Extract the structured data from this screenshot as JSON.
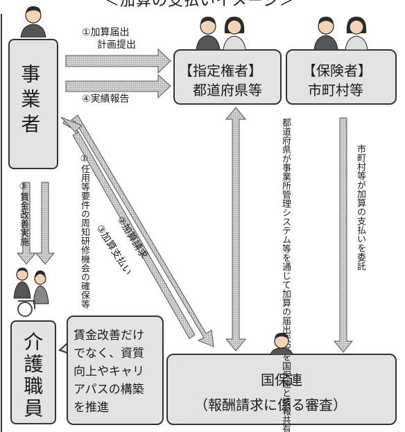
{
  "title": "＜加算の支払いイメージ＞",
  "jigyosha": {
    "label": "事業者"
  },
  "shitei": {
    "role": "【指定権者】",
    "name": "都道府県等"
  },
  "hokensha": {
    "role": "【保険者】",
    "name": "市町村等"
  },
  "kaigo": {
    "label": "介護職員"
  },
  "kokuho": {
    "line1": "国保連",
    "line2": "（報酬請求に係る審査）"
  },
  "arrows": {
    "a1_line1": "①加算届出",
    "a1_line2": "計画提出",
    "a4": "④実績報告",
    "a2": "②加算請求",
    "a3pay": "③加算支払い",
    "a3wage": "③賃金改善実施",
    "a1secure": "①任用等要件の周知研修機会の確保等",
    "share": "都道府県が事業所管理システム等を通じて加算の届出状況を国保連と情報共有",
    "entrust": "市町村等が加算の支払いを委託"
  },
  "note": "賃金改善だけ\nでなく、資質\n向上やキャリ\nアパスの構築\nを推進",
  "colors": {
    "box_fill": "#e3e3e3",
    "arrow_fill": "#bdbdbd",
    "border": "#333333"
  }
}
